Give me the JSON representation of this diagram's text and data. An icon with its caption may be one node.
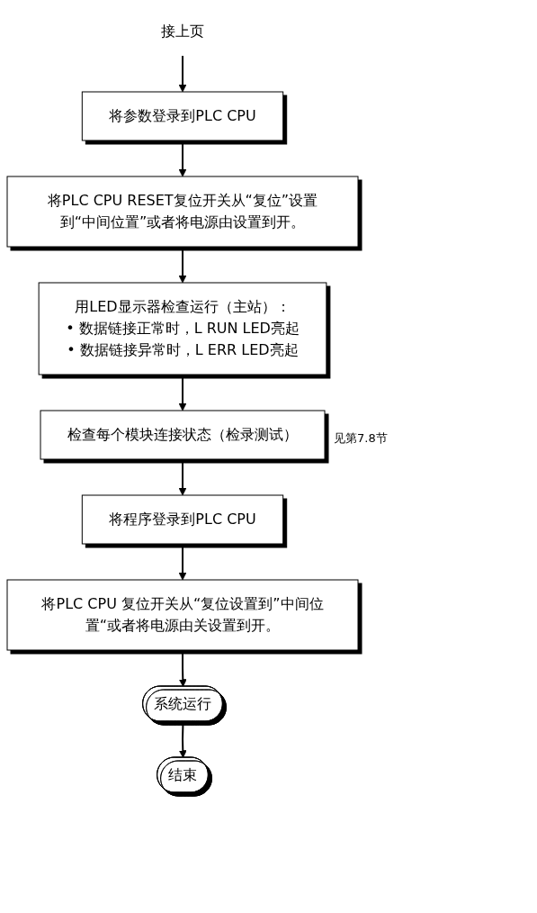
{
  "diagram": {
    "nodes": [
      {
        "text": [
          "接上页"
        ]
      },
      {
        "text": [
          "将参数登录到PLC CPU"
        ]
      },
      {
        "text": [
          "将PLC CPU RESET复位开关从“复位”设置到“中间位置”或者将电源由设置到开。"
        ]
      },
      {
        "text": [
          "用LED显示器检查运行（主站）：",
          "• 数据链接正常时，L RUN LED亮起",
          "• 数据链接异常时，L ERR LED亮起"
        ]
      },
      {
        "text": [
          "检查每个模块连接状态（检录测试）"
        ],
        "beside": [
          "见第7.8节"
        ]
      },
      {
        "text": [
          "将程序登录到PLC CPU"
        ]
      },
      {
        "text": [
          "将PLC CPU 复位开关从“复位设置到”中间位置“或者将电源由关设置到开。"
        ]
      },
      {
        "text": [
          "系统运行"
        ]
      },
      {
        "text": [
          "结束"
        ]
      }
    ],
    "edges": [
      {
        "from": 0,
        "to": 1,
        "arrow": "to"
      },
      {
        "from": 1,
        "to": 2,
        "arrow": "to"
      },
      {
        "from": 2,
        "to": 3,
        "arrow": "to"
      },
      {
        "from": 3,
        "to": 4,
        "arrow": "to"
      },
      {
        "from": 4,
        "to": 5,
        "arrow": "to"
      },
      {
        "from": 5,
        "to": 6,
        "arrow": "to"
      },
      {
        "from": 6,
        "to": 7,
        "arrow": "to"
      },
      {
        "from": 7,
        "to": 8,
        "arrow": "to"
      }
    ]
  }
}
